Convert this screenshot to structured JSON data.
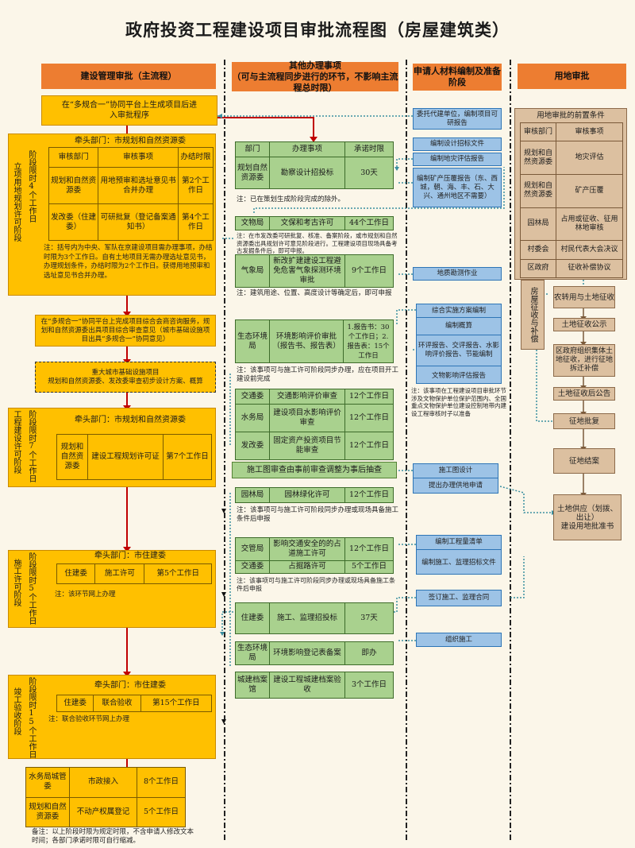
{
  "title": "政府投资工程建设项目审批流程图（房屋建筑类）",
  "headers": {
    "main": "建设管理审批（主流程）",
    "other_line1": "其他办理事项",
    "other_line2": "（可与主流程同步进行的环节，不影响主流程总时限）",
    "applicant": "申请人材料编制及准备阶段",
    "land": "用地审批"
  },
  "main": {
    "start": "在“多规合一”协同平台上生成项目后进入审批程序",
    "stage1": {
      "label": "立项用地规划许可阶段",
      "limit": "阶段限时4个工作日",
      "lead": "牵头部门：市规划和自然资源委",
      "cols": [
        "审核部门",
        "审核事项",
        "办结时限"
      ],
      "rows": [
        [
          "规划和自然资源委",
          "用地预审和选址意见书合并办理",
          "第2个工作日"
        ],
        [
          "发改委（住建委）",
          "可研批复（登记备案通知书）",
          "第4个工作日"
        ]
      ],
      "note": "注：括号内为中央、军队在京建设项目需办理事项，办结时限为3个工作日。自有土地项目无需办理选址意见书，办理规划条件，办结时限为2个工作日。获得用地预审和选址意见书合并办理。"
    },
    "consult": "在“多规合一”协同平台上完成项目综合会商咨询服务，规划和自然资源委出具项目综合审查意见（城市基础设施项目出具“多规合一”协同意见）",
    "infra": "重大城市基础设施项目\n规划和自然资源委、发改委审查初步设计方案、概算",
    "stage2": {
      "label": "工程建设许可阶段",
      "limit": "阶段限时7个工作日",
      "lead": "牵头部门：市规划和自然资源委",
      "row": [
        "规划和自然资源委",
        "建设工程规划许可证",
        "第7个工作日"
      ]
    },
    "stage3": {
      "label": "施工许可阶段",
      "limit": "阶段限时5个工作日",
      "lead": "牵头部门：市住建委",
      "row": [
        "住建委",
        "施工许可",
        "第5个工作日"
      ],
      "note": "注：该环节网上办理"
    },
    "stage4": {
      "label": "竣工验收阶段",
      "limit": "阶段限时15个工作日",
      "lead": "牵头部门：市住建委",
      "row": [
        "住建委",
        "联合验收",
        "第15个工作日"
      ],
      "note": "注：联合验收环节网上办理"
    },
    "final_rows": [
      [
        "水务局城管委",
        "市政接入",
        "8个工作日"
      ],
      [
        "规划和自然资源委",
        "不动产权属登记",
        "5个工作日"
      ]
    ],
    "remark": "备注：以上阶段时限为规定时限，不含申请人修改文本时间；各部门承诺时限可自行缩减。"
  },
  "other": {
    "t1_cols": [
      "部门",
      "办理事项",
      "承诺时限"
    ],
    "t1_row": [
      "规划自然资源委",
      "勘察设计招投标",
      "30天"
    ],
    "t1_note": "注：已在策划生成阶段完成的除外。",
    "cultural": [
      "文物局",
      "文保和考古许可",
      "44个工作日"
    ],
    "cultural_note": "注：在市发改委可研批复、核准、备案阶段，或市规划和自然资源委出具规划许可意见阶段进行。工程建设项目现场具备考古发掘条件后，即可申报。",
    "weather": [
      "气象局",
      "新改扩建建设工程避免危害气象探测环境审批",
      "9个工作日"
    ],
    "weather_note": "注：建筑用途、位置、高度设计等确定后，即可申报",
    "eco": [
      "生态环境局",
      "环境影响评价审批（报告书、报告表）",
      "1.报告书：30个工作日；2.报告表：15个工作日"
    ],
    "eco_note": "注：该事项可与施工许可阶段同步办理，应在项目开工建设前完成",
    "group": [
      [
        "交通委",
        "交通影响评价审查",
        "12个工作日"
      ],
      [
        "水务局",
        "建设项目水影响评价审查",
        "12个工作日"
      ],
      [
        "发改委",
        "固定资产投资项目节能审查",
        "12个工作日"
      ]
    ],
    "drawing_review": "施工图审查由事前审查调整为事后抽查",
    "garden": [
      "园林局",
      "园林绿化许可",
      "12个工作日"
    ],
    "garden_note": "注：该事项可与施工许可阶段同步办理或现场具备施工条件后申报",
    "traffic": [
      [
        "交管局",
        "影响交通安全的的占道施工许可",
        "12个工作日"
      ],
      [
        "交通委",
        "占掘路许可",
        "5个工作日"
      ]
    ],
    "traffic_note": "注：该事项可与施工许可阶段同步办理或现场具备施工条件后申报",
    "bidding": [
      "住建委",
      "施工、监理招投标",
      "37天"
    ],
    "eco_reg": [
      "生态环境局",
      "环境影响登记表备案",
      "即办"
    ],
    "archive": [
      "城建档案馆",
      "建设工程城建档案验收",
      "3个工作日"
    ]
  },
  "applicant": {
    "a1": "委托代建单位，编制项目可研报告",
    "a2": "编制设计招标文件",
    "a3": "编制地灾评估报告",
    "a4": "编制矿产压覆报告（东、西城，朝、海、丰、石、大兴、通州地区不需要）",
    "a5": "地质勘测作业",
    "a6": "综合实施方案编制",
    "a7": "编制概算",
    "a8": "环评报告、交评报告、水影响评价报告、节能编制",
    "a9": "文物影响评估报告",
    "a_note": "注：该事项在工程建设项目审批环节涉及文物保护单位保护范围内、全国重点文物保护单位建设控制地带内建设工程审核时子以准备",
    "a10": "施工图设计",
    "a11": "提出办理供地申请",
    "a12": "编制工程量清单",
    "a13": "编制施工、监理招标文件",
    "a14": "签订施工、监理合同",
    "a15": "组织施工"
  },
  "land": {
    "pre_title": "用地审批的前置条件",
    "pre_cols": [
      "审核部门",
      "审核事项"
    ],
    "pre_rows": [
      [
        "规划和自然资源委",
        "地灾评估"
      ],
      [
        "规划和自然资源委",
        "矿产压覆"
      ],
      [
        "园林局",
        "占用或征收、征用林地审核"
      ],
      [
        "村委会",
        "村民代表大会决议"
      ],
      [
        "区政府",
        "征收补偿协议"
      ]
    ],
    "side": "房屋征收与补偿",
    "steps": [
      "农转用与土地征收",
      "土地征收公示",
      "区政府组织集体土地征收，进行征地拆迁补偿",
      "土地征收后公告",
      "征地批复",
      "征地结案"
    ],
    "supply": "土地供应（划拨、出让）\n建设用地批准书"
  }
}
